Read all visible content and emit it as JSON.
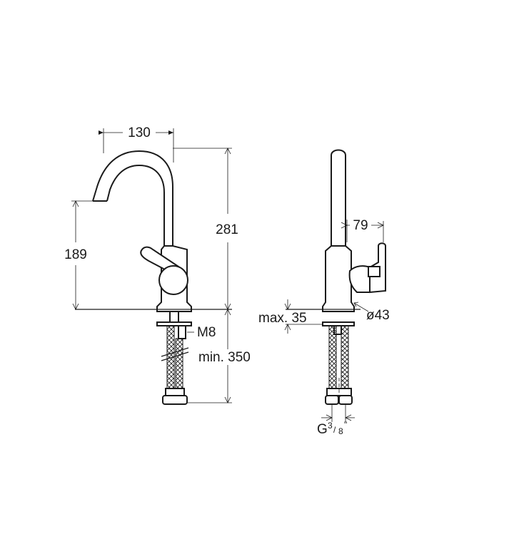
{
  "dimensions": {
    "spout_reach": "130",
    "total_height": "281",
    "spout_height": "189",
    "thread": "M8",
    "hose_length": "min. 350",
    "lever_depth": "79",
    "max_deck": "max. 35",
    "base_diameter": "ø43",
    "connection_prefix": "G",
    "connection_num": "3",
    "connection_den": "8",
    "connection_suffix": "\""
  }
}
